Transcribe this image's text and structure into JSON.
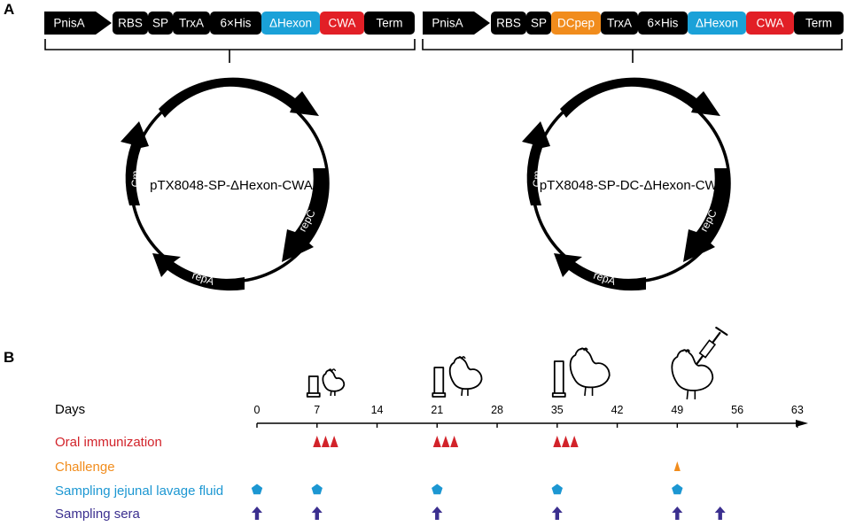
{
  "panel_a": {
    "label": "A",
    "constructs": [
      {
        "blocks": [
          {
            "label": "PnisA",
            "kind": "arrow",
            "color": "#000000"
          },
          {
            "label": "RBS",
            "kind": "box",
            "color": "#000000"
          },
          {
            "label": "SP",
            "kind": "box",
            "color": "#000000"
          },
          {
            "label": "TrxA",
            "kind": "box",
            "color": "#000000"
          },
          {
            "label": "6×His",
            "kind": "box",
            "color": "#000000"
          },
          {
            "label": "ΔHexon",
            "kind": "box",
            "color": "#1aa1d8"
          },
          {
            "label": "CWA",
            "kind": "box",
            "color": "#e21f26"
          },
          {
            "label": "Term",
            "kind": "box",
            "color": "#000000"
          }
        ],
        "plasmid_name": "pTX8048-SP-ΔHexon-CWA",
        "genes": [
          {
            "label": "repC"
          },
          {
            "label": "repA"
          },
          {
            "label": "Cm"
          }
        ]
      },
      {
        "blocks": [
          {
            "label": "PnisA",
            "kind": "arrow",
            "color": "#000000"
          },
          {
            "label": "RBS",
            "kind": "box",
            "color": "#000000"
          },
          {
            "label": "SP",
            "kind": "box",
            "color": "#000000"
          },
          {
            "label": "DCpep",
            "kind": "box",
            "color": "#f18c1c"
          },
          {
            "label": "TrxA",
            "kind": "box",
            "color": "#000000"
          },
          {
            "label": "6×His",
            "kind": "box",
            "color": "#000000"
          },
          {
            "label": "ΔHexon",
            "kind": "box",
            "color": "#1aa1d8"
          },
          {
            "label": "CWA",
            "kind": "box",
            "color": "#e21f26"
          },
          {
            "label": "Term",
            "kind": "box",
            "color": "#000000"
          }
        ],
        "plasmid_name": "pTX8048-SP-DC-ΔHexon-CWA",
        "genes": [
          {
            "label": "repC"
          },
          {
            "label": "repA"
          },
          {
            "label": "Cm"
          }
        ]
      }
    ]
  },
  "panel_b": {
    "label": "B",
    "axis_label": "Days",
    "ticks": [
      0,
      7,
      14,
      21,
      28,
      35,
      42,
      49,
      56,
      63
    ],
    "icons": [
      {
        "day": 7,
        "name": "chick-with-feeder-icon"
      },
      {
        "day": 21,
        "name": "young-chicken-with-feeder-icon"
      },
      {
        "day": 35,
        "name": "chicken-with-feeder-icon"
      },
      {
        "day": 49,
        "name": "chicken-injection-icon"
      }
    ],
    "rows": [
      {
        "label": "Oral immunization",
        "color": "#d2232a",
        "marker": "triangle",
        "days": [
          7,
          8,
          9,
          21,
          22,
          23,
          35,
          36,
          37
        ]
      },
      {
        "label": "Challenge",
        "color": "#f18c1c",
        "marker": "small-triangle",
        "days": [
          49
        ]
      },
      {
        "label": "Sampling jejunal lavage fluid",
        "color": "#1c97d2",
        "marker": "pentagon",
        "days": [
          0,
          7,
          21,
          35,
          49
        ]
      },
      {
        "label": "Sampling sera",
        "color": "#3b2f8f",
        "marker": "arrow-up",
        "days": [
          0,
          7,
          21,
          35,
          49,
          54
        ]
      }
    ]
  }
}
